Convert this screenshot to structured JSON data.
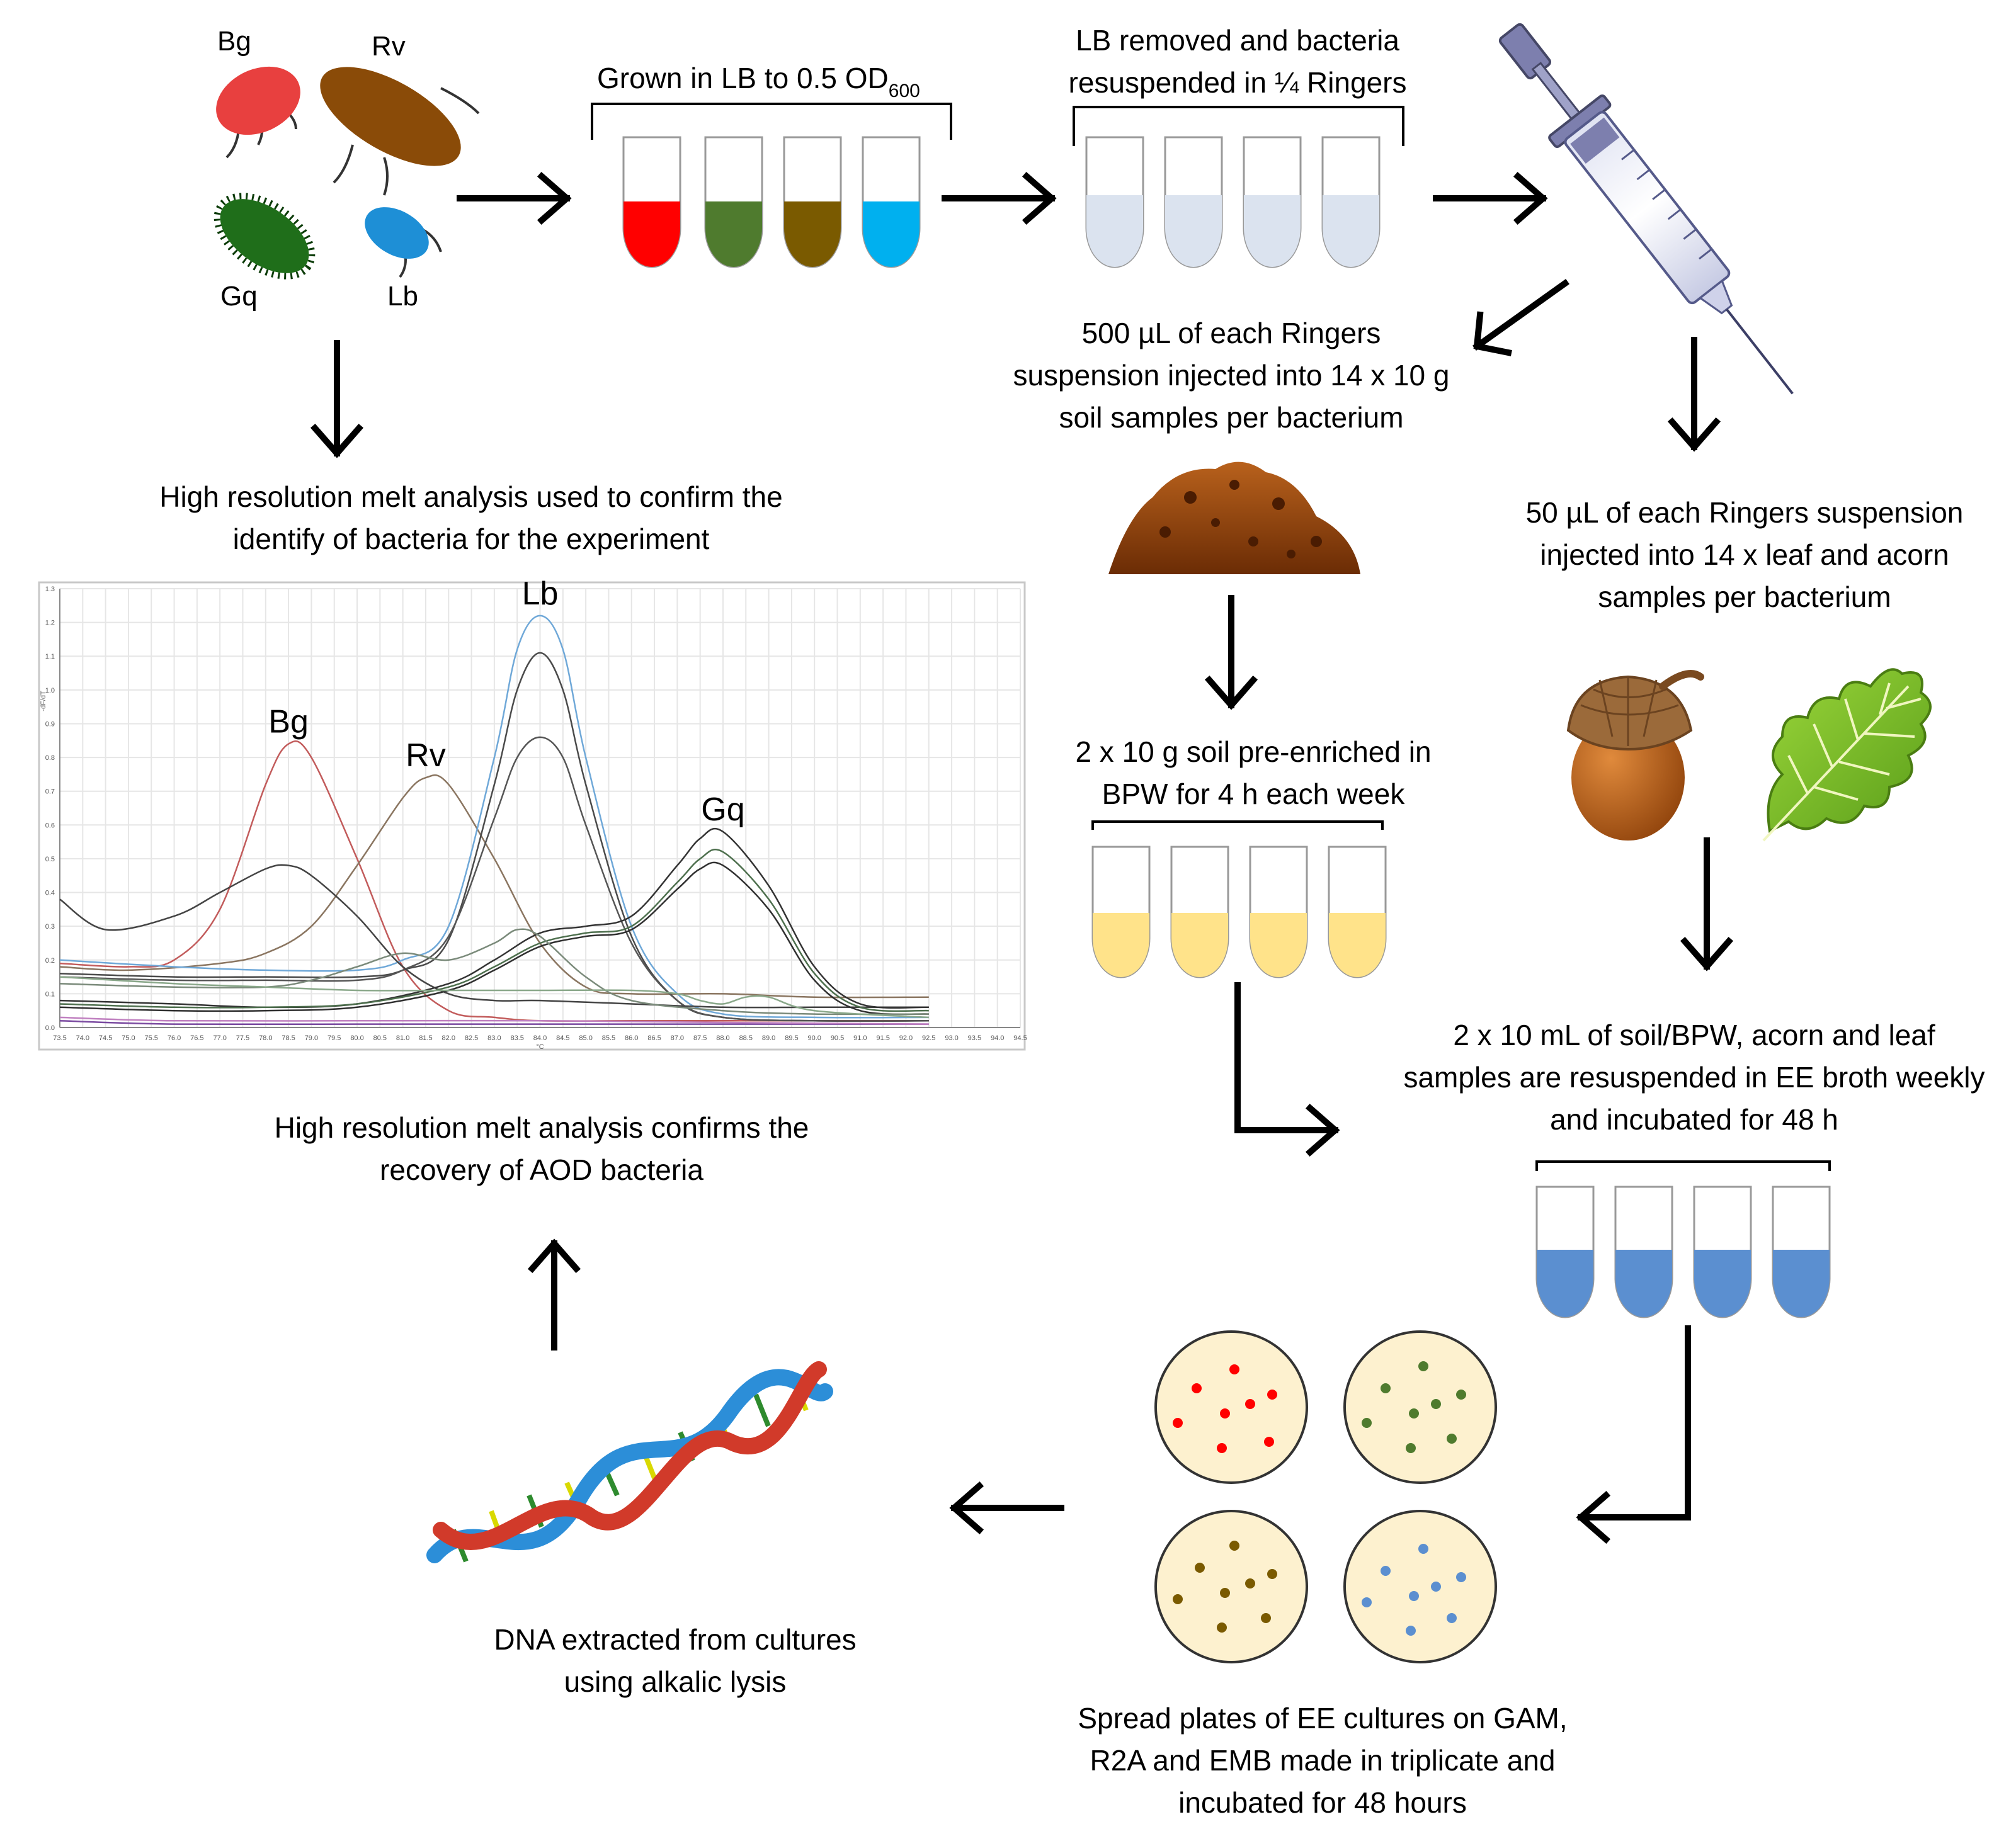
{
  "bacteria": {
    "bg": "Bg",
    "rv": "Rv",
    "gq": "Gq",
    "lb": "Lb"
  },
  "steps": {
    "grown_main": "Grown in LB to 0.5 OD",
    "grown_sub": "600",
    "lb_removed_1": "LB removed and bacteria",
    "lb_removed_2": "resuspended in ¼ Ringers",
    "soil_inject_1": "500 µL of each Ringers",
    "soil_inject_2": "suspension injected into 14 x 10 g",
    "soil_inject_3": "soil samples per bacterium",
    "leaf_inject_1": "50 µL of each Ringers suspension",
    "leaf_inject_2": "injected into 14 x leaf and acorn",
    "leaf_inject_3": "samples per bacterium",
    "preenrich_1": "2 x 10 g soil pre-enriched in",
    "preenrich_2": "BPW for 4 h each week",
    "resuspend_1": "2 x 10 mL of soil/BPW, acorn and leaf",
    "resuspend_2": "samples are resuspended in EE broth weekly",
    "resuspend_3": "and incubated for 48 h",
    "plates_1": "Spread plates of EE cultures on GAM,",
    "plates_2": "R2A and EMB made in triplicate and",
    "plates_3": "incubated for 48 hours",
    "dna_1": "DNA extracted from cultures",
    "dna_2": "using alkalic lysis",
    "hrm_confirm_1": "High resolution melt analysis confirms the",
    "hrm_confirm_2": "recovery of AOD bacteria",
    "hrm_identify_1": "High resolution melt analysis used to confirm the",
    "hrm_identify_2": "identify of bacteria for the experiment"
  },
  "colors": {
    "bg": "#e8403f",
    "rv": "#8a4b08",
    "gq": "#1f6e1a",
    "lb": "#1e8fd6",
    "tube_red": "#ff0000",
    "tube_green": "#4f7b2e",
    "tube_brown": "#7a5a00",
    "tube_blue": "#00b0ef",
    "ringers": "#dbe3ef",
    "bpw": "#ffe38a",
    "ee_broth": "#5b8fd0",
    "plate": "#fdf1cf"
  },
  "chart_data": {
    "type": "line",
    "xlabel": "°C",
    "ylabel": "-dF/dT",
    "xlim": [
      73.5,
      94.5
    ],
    "ylim": [
      0.0,
      1.3
    ],
    "x_ticks": [
      "73.5",
      "74.0",
      "74.5",
      "75.0",
      "75.5",
      "76.0",
      "76.5",
      "77.0",
      "77.5",
      "78.0",
      "78.5",
      "79.0",
      "79.5",
      "80.0",
      "80.5",
      "81.0",
      "81.5",
      "82.0",
      "82.5",
      "83.0",
      "83.5",
      "84.0",
      "84.5",
      "85.0",
      "85.5",
      "86.0",
      "86.5",
      "87.0",
      "87.5",
      "88.0",
      "88.5",
      "89.0",
      "89.5",
      "90.0",
      "90.5",
      "91.0",
      "91.5",
      "92.0",
      "92.5",
      "93.0",
      "93.5",
      "94.0",
      "94.5"
    ],
    "y_ticks": [
      "0.0",
      "0.1",
      "0.2",
      "0.3",
      "0.4",
      "0.5",
      "0.6",
      "0.7",
      "0.8",
      "0.9",
      "1.0",
      "1.1",
      "1.2",
      "1.3"
    ],
    "grid": true,
    "annotations": [
      {
        "text": "Bg",
        "x": 78.5,
        "y": 0.84
      },
      {
        "text": "Rv",
        "x": 81.5,
        "y": 0.74
      },
      {
        "text": "Lb",
        "x": 84.0,
        "y": 1.22
      },
      {
        "text": "Gq",
        "x": 88.0,
        "y": 0.58
      }
    ],
    "series": [
      {
        "color": "#c25b5b",
        "x": [
          73.5,
          75,
          76,
          77,
          78,
          78.5,
          79,
          80,
          81,
          82,
          83,
          84,
          86,
          88,
          90,
          92.5
        ],
        "values": [
          0.19,
          0.18,
          0.2,
          0.35,
          0.72,
          0.84,
          0.8,
          0.5,
          0.18,
          0.05,
          0.03,
          0.02,
          0.02,
          0.02,
          0.02,
          0.02
        ]
      },
      {
        "color": "#8a7560",
        "x": [
          73.5,
          75,
          77,
          78,
          79,
          80,
          81,
          81.5,
          82,
          83,
          84,
          85,
          86,
          88,
          90,
          92.5
        ],
        "values": [
          0.18,
          0.17,
          0.19,
          0.22,
          0.3,
          0.48,
          0.68,
          0.74,
          0.72,
          0.5,
          0.25,
          0.12,
          0.1,
          0.1,
          0.09,
          0.09
        ]
      },
      {
        "color": "#6fa8d8",
        "x": [
          73.5,
          76,
          78,
          80,
          81,
          82,
          83,
          83.5,
          84,
          84.5,
          85,
          86,
          87,
          88,
          90,
          92.5
        ],
        "values": [
          0.2,
          0.18,
          0.17,
          0.17,
          0.2,
          0.3,
          0.8,
          1.12,
          1.22,
          1.12,
          0.8,
          0.3,
          0.1,
          0.04,
          0.03,
          0.03
        ]
      },
      {
        "color": "#4a4a4a",
        "x": [
          73.5,
          76,
          78,
          80,
          81,
          82,
          83,
          83.5,
          84,
          84.5,
          85,
          86,
          87,
          88,
          90,
          92.5
        ],
        "values": [
          0.16,
          0.15,
          0.15,
          0.15,
          0.17,
          0.26,
          0.72,
          1.0,
          1.11,
          1.0,
          0.72,
          0.27,
          0.08,
          0.03,
          0.02,
          0.02
        ]
      },
      {
        "color": "#555555",
        "x": [
          73.5,
          76,
          78,
          80,
          81,
          82,
          83,
          83.5,
          84,
          84.5,
          85,
          86,
          87,
          88,
          90,
          92.5
        ],
        "values": [
          0.15,
          0.14,
          0.14,
          0.14,
          0.17,
          0.27,
          0.62,
          0.8,
          0.86,
          0.8,
          0.6,
          0.25,
          0.08,
          0.03,
          0.02,
          0.02
        ]
      },
      {
        "color": "#444444",
        "x": [
          73.5,
          74.5,
          76,
          77,
          78,
          78.5,
          79,
          80,
          81,
          82,
          83,
          84,
          86,
          88,
          90,
          92.5
        ],
        "values": [
          0.38,
          0.29,
          0.33,
          0.4,
          0.47,
          0.48,
          0.45,
          0.33,
          0.18,
          0.1,
          0.08,
          0.08,
          0.07,
          0.06,
          0.06,
          0.06
        ]
      },
      {
        "color": "#333333",
        "x": [
          73.5,
          76,
          78,
          80,
          82,
          83,
          84,
          85,
          86,
          87,
          87.5,
          88,
          89,
          90,
          91,
          92.5
        ],
        "values": [
          0.08,
          0.07,
          0.06,
          0.07,
          0.13,
          0.2,
          0.28,
          0.3,
          0.33,
          0.48,
          0.56,
          0.58,
          0.42,
          0.18,
          0.07,
          0.06
        ]
      },
      {
        "color": "#4d6f4d",
        "x": [
          73.5,
          76,
          78,
          80,
          82,
          83,
          84,
          85,
          86,
          87,
          87.5,
          88,
          89,
          90,
          91,
          92.5
        ],
        "values": [
          0.07,
          0.06,
          0.06,
          0.07,
          0.12,
          0.18,
          0.25,
          0.28,
          0.3,
          0.43,
          0.5,
          0.52,
          0.38,
          0.16,
          0.06,
          0.05
        ]
      },
      {
        "color": "#2f2f2f",
        "x": [
          73.5,
          76,
          78,
          80,
          82,
          83,
          84,
          85,
          86,
          87,
          87.5,
          88,
          89,
          90,
          91,
          92.5
        ],
        "values": [
          0.06,
          0.05,
          0.05,
          0.06,
          0.11,
          0.17,
          0.24,
          0.27,
          0.29,
          0.41,
          0.47,
          0.48,
          0.35,
          0.14,
          0.05,
          0.04
        ]
      },
      {
        "color": "#7a8a7a",
        "x": [
          73.5,
          76,
          78,
          79,
          80,
          81,
          82,
          83,
          83.5,
          84,
          85,
          86,
          88,
          90,
          92.5
        ],
        "values": [
          0.13,
          0.12,
          0.12,
          0.14,
          0.18,
          0.22,
          0.2,
          0.25,
          0.29,
          0.27,
          0.15,
          0.08,
          0.05,
          0.04,
          0.04
        ]
      },
      {
        "color": "#8aa88a",
        "x": [
          73.5,
          76,
          78,
          80,
          82,
          84,
          86,
          87,
          87.5,
          88,
          88.5,
          89,
          90,
          92.5
        ],
        "values": [
          0.15,
          0.13,
          0.12,
          0.11,
          0.11,
          0.11,
          0.11,
          0.1,
          0.08,
          0.07,
          0.09,
          0.09,
          0.05,
          0.03
        ]
      },
      {
        "color": "#7a4aa0",
        "x": [
          73.5,
          76,
          80,
          84,
          88,
          92.5
        ],
        "values": [
          0.02,
          0.01,
          0.01,
          0.01,
          0.01,
          0.01
        ]
      },
      {
        "color": "#c080c0",
        "x": [
          73.5,
          76,
          80,
          84,
          88,
          92.5
        ],
        "values": [
          0.03,
          0.02,
          0.02,
          0.02,
          0.015,
          0.01
        ]
      }
    ]
  }
}
